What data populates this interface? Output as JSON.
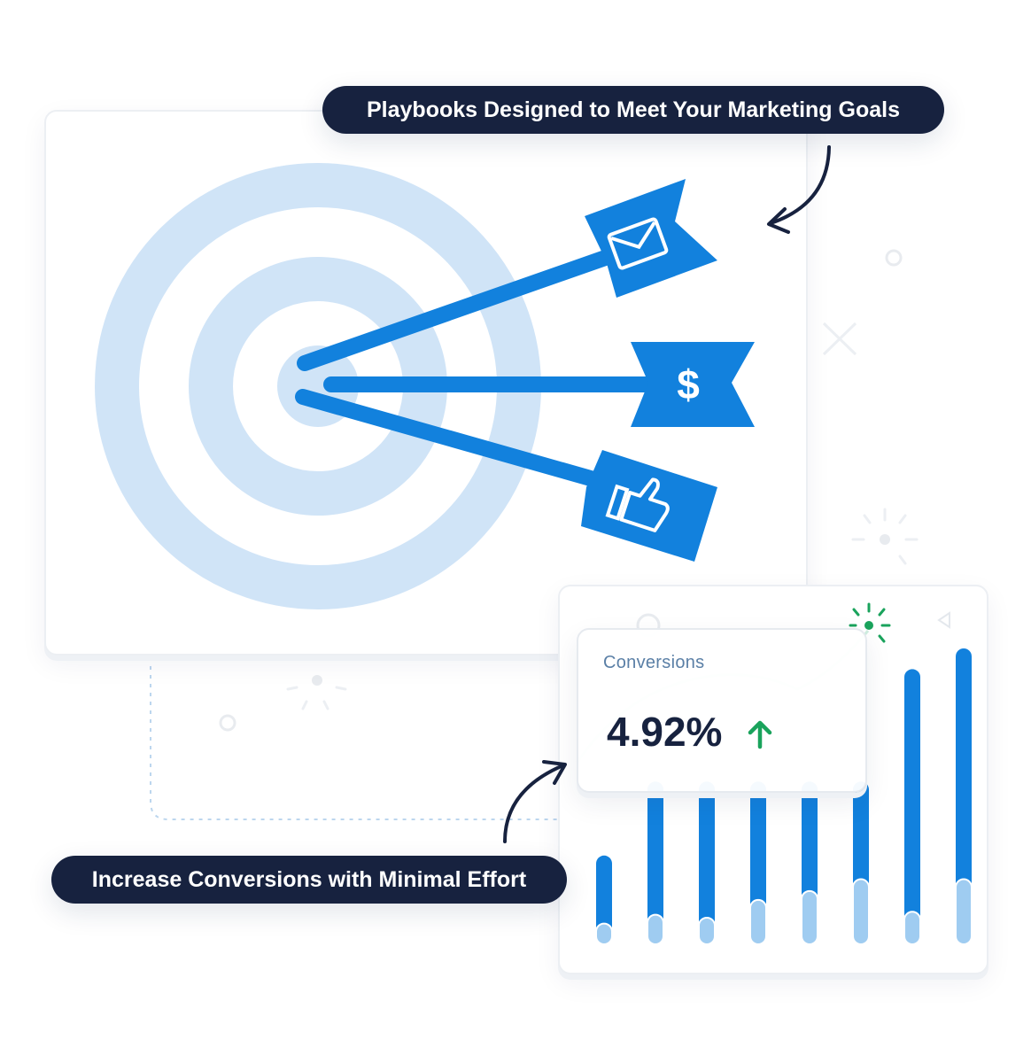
{
  "top_callout": {
    "text": "Playbooks Designed to Meet Your Marketing Goals"
  },
  "bottom_callout": {
    "text": "Increase Conversions with Minimal Effort"
  },
  "conversions_card": {
    "label": "Conversions",
    "value": "4.92%",
    "trend": "up"
  },
  "darts": [
    {
      "icon": "envelope-icon",
      "glyph": ""
    },
    {
      "icon": "dollar-icon",
      "glyph": "$"
    },
    {
      "icon": "thumbs-up-icon",
      "glyph": ""
    }
  ],
  "colors": {
    "navy": "#17223f",
    "dart_blue": "#1281dd",
    "ring_blue": "#d0e4f7",
    "bar_light": "#9fccf1",
    "trend_green": "#1aa35c"
  },
  "bar_chart": {
    "bars": [
      {
        "total": 0.3,
        "lower": 0.07
      },
      {
        "total": 0.55,
        "lower": 0.1
      },
      {
        "total": 0.55,
        "lower": 0.09
      },
      {
        "total": 0.55,
        "lower": 0.15
      },
      {
        "total": 0.55,
        "lower": 0.18
      },
      {
        "total": 0.55,
        "lower": 0.22
      },
      {
        "total": 0.93,
        "lower": 0.11
      },
      {
        "total": 1.0,
        "lower": 0.22
      }
    ]
  }
}
